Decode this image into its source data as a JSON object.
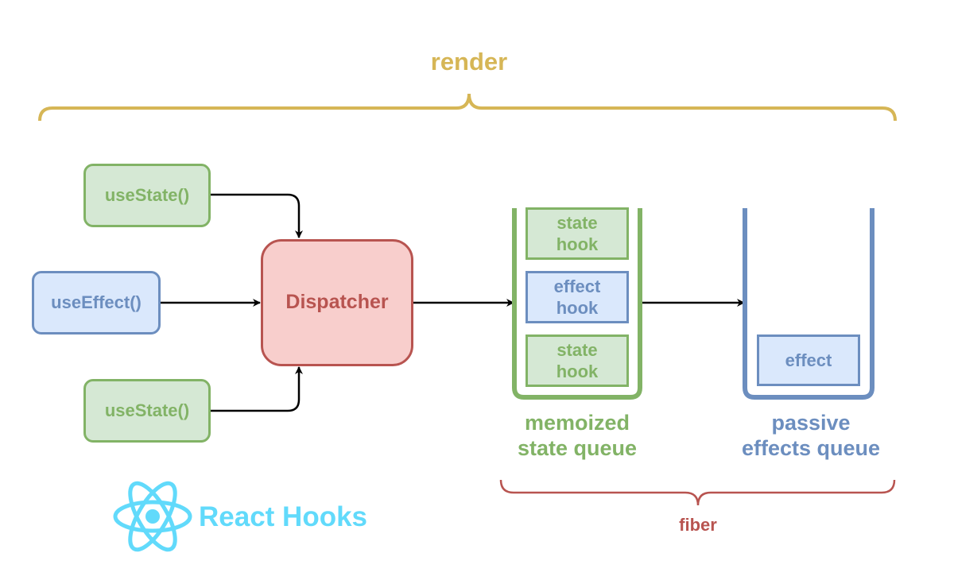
{
  "colors": {
    "render": "#d6b656",
    "green_stroke": "#82b366",
    "green_fill": "#d5e8d4",
    "blue_stroke": "#6c8ebf",
    "blue_fill": "#dae8fc",
    "red_stroke": "#b85450",
    "red_fill": "#f8cecc",
    "react": "#61dafb",
    "arrow": "#000000"
  },
  "render": {
    "label": "render"
  },
  "hooks": {
    "top": "useState()",
    "middle": "useEffect()",
    "bottom": "useState()"
  },
  "dispatcher": {
    "label": "Dispatcher"
  },
  "state_queue": {
    "items": [
      {
        "line1": "state",
        "line2": "hook"
      },
      {
        "line1": "effect",
        "line2": "hook"
      },
      {
        "line1": "state",
        "line2": "hook"
      }
    ],
    "label_line1": "memoized",
    "label_line2": "state queue"
  },
  "effects_queue": {
    "item": "effect",
    "label_line1": "passive",
    "label_line2": "effects queue"
  },
  "fiber": {
    "label": "fiber"
  },
  "react": {
    "title": "React Hooks",
    "icon": "react-atom-icon"
  }
}
